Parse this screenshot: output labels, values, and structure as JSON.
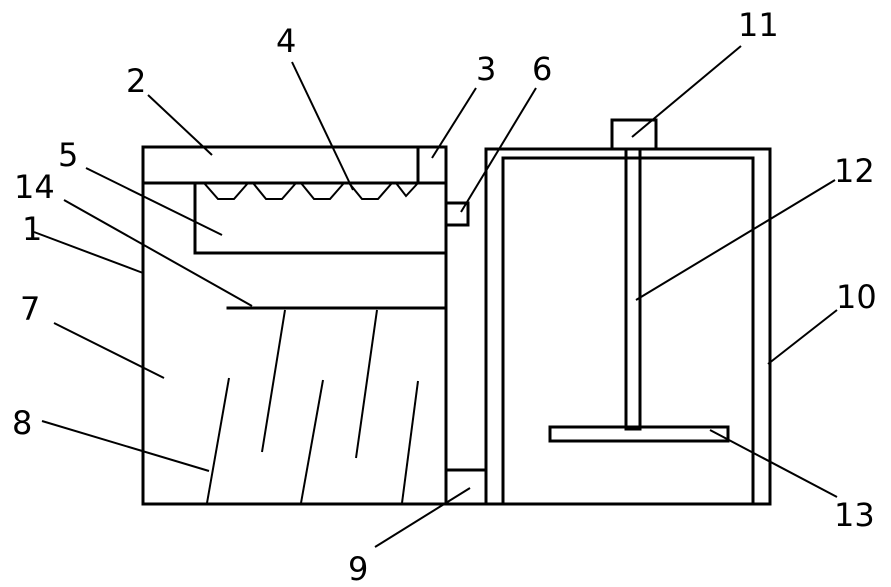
{
  "labels": {
    "l1": "1",
    "l2": "2",
    "l3": "3",
    "l4": "4",
    "l5": "5",
    "l6": "6",
    "l7": "7",
    "l8": "8",
    "l9": "9",
    "l10": "10",
    "l11": "11",
    "l12": "12",
    "l13": "13",
    "l14": "14"
  },
  "colors": {
    "line": "#000000",
    "background": "#ffffff"
  }
}
